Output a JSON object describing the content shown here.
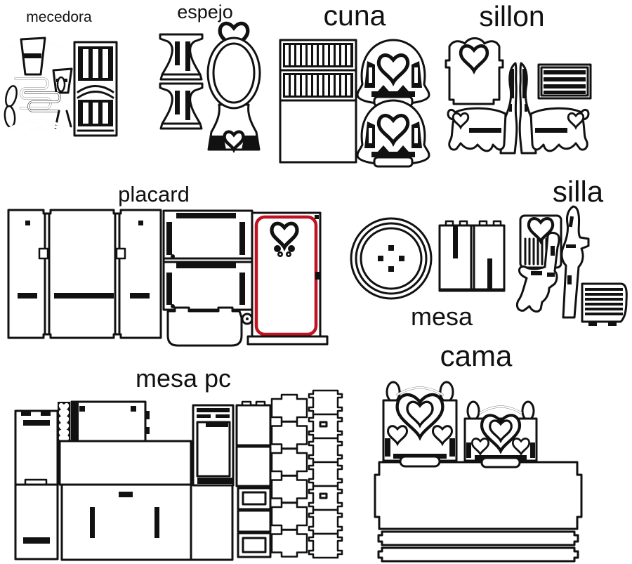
{
  "canvas": {
    "background": "#ffffff",
    "line_color": "#111111",
    "highlight_color": "#c01222"
  },
  "groups": [
    {
      "id": "mecedora",
      "label": "mecedora",
      "pieces": [
        "rocking-chair-side-profiles",
        "slatted-back-panel",
        "rocker-runners"
      ]
    },
    {
      "id": "espejo",
      "label": "espejo",
      "pieces": [
        "stand-side-piece",
        "stand-side-piece",
        "oval-mirror-frame-with-hearts"
      ]
    },
    {
      "id": "cuna",
      "label": "cuna",
      "pieces": [
        "slatted-side-rail",
        "slatted-side-rail",
        "base-panel",
        "heart-end-board",
        "heart-end-board"
      ]
    },
    {
      "id": "sillon",
      "label": "sillon",
      "pieces": [
        "heart-back-panel",
        "side-profile-left",
        "side-profile-right",
        "slatted-seat",
        "scroll-base-left",
        "scroll-base-right"
      ]
    },
    {
      "id": "placard",
      "label": "placard",
      "pieces": [
        "three-panel-carcass",
        "shelf-back-panel",
        "drawer-front",
        "knob-disc",
        "heart-door-red-outline",
        "base-strip"
      ]
    },
    {
      "id": "silla",
      "label": "silla",
      "pieces": [
        "heart-slat-back",
        "side-profile",
        "side-profile",
        "striped-seat"
      ]
    },
    {
      "id": "mesa",
      "label": "mesa",
      "pieces": [
        "round-top",
        "slotted-leg-pair"
      ]
    },
    {
      "id": "cama",
      "label": "cama",
      "pieces": [
        "headboard-with-hearts",
        "footboard-with-hearts",
        "bed-base-panel",
        "side-strip",
        "side-strip"
      ]
    },
    {
      "id": "mesa_pc",
      "label": "mesa pc",
      "pieces": [
        "side-panel-upper",
        "side-panel-lower",
        "hearts-trim-strip",
        "shelf-panel",
        "desk-top-panel",
        "front-panel",
        "right-side-panel",
        "monitor-panel",
        "drawer-parts-column",
        "tabbed-parts-column",
        "notched-parts-column"
      ]
    }
  ]
}
